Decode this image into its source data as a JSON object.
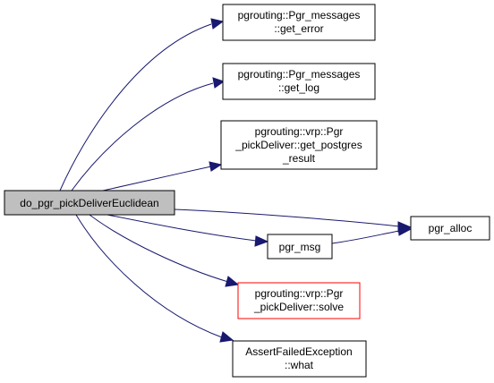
{
  "colors": {
    "edge": "#191970",
    "node_border": "#000000",
    "root_fill": "#bfbfbf",
    "highlight_border": "#ff0000"
  },
  "nodes": {
    "root": {
      "lines": [
        "do_pgr_pickDeliverEuclidean"
      ]
    },
    "get_error": {
      "lines": [
        "pgrouting::Pgr_messages",
        "::get_error"
      ]
    },
    "get_log": {
      "lines": [
        "pgrouting::Pgr_messages",
        "::get_log"
      ]
    },
    "get_postgres_result": {
      "lines": [
        "pgrouting::vrp::Pgr",
        "_pickDeliver::get_postgres",
        "_result"
      ]
    },
    "pgr_alloc": {
      "lines": [
        "pgr_alloc"
      ]
    },
    "pgr_msg": {
      "lines": [
        "pgr_msg"
      ]
    },
    "solve": {
      "lines": [
        "pgrouting::vrp::Pgr",
        "_pickDeliver::solve"
      ]
    },
    "what": {
      "lines": [
        "AssertFailedException",
        "::what"
      ]
    }
  }
}
